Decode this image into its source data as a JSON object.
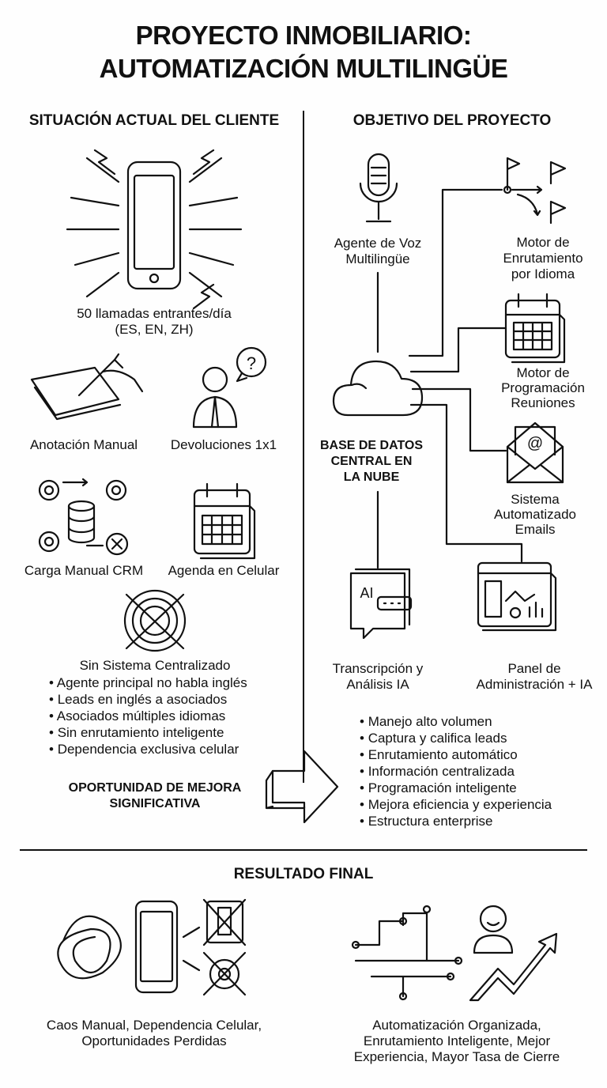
{
  "title": {
    "line1": "PROYECTO INMOBILIARIO:",
    "line2": "AUTOMATIZACIÓN MULTILINGÜE"
  },
  "left": {
    "heading": "SITUACIÓN ACTUAL DEL CLIENTE",
    "calls": {
      "line1": "50 llamadas entrantes/día",
      "line2": "(ES, EN, ZH)"
    },
    "items": [
      "Anotación Manual",
      "Devoluciones 1x1",
      "Carga Manual CRM",
      "Agenda en Celular"
    ],
    "no_system": "Sin Sistema Centralizado",
    "bullets": [
      "Agente principal no habla inglés",
      "Leads en inglés a asociados",
      "Asociados múltiples idiomas",
      "Sin enrutamiento inteligente",
      "Dependencia exclusiva celular"
    ],
    "opportunity": {
      "line1": "OPORTUNIDAD DE MEJORA",
      "line2": "SIGNIFICATIVA"
    }
  },
  "right": {
    "heading": "OBJETIVO DEL PROYECTO",
    "voice": {
      "line1": "Agente de Voz",
      "line2": "Multilingüe"
    },
    "routing": {
      "line1": "Motor de",
      "line2": "Enrutamiento",
      "line3": "por Idioma"
    },
    "scheduling": {
      "line1": "Motor de",
      "line2": "Programación",
      "line3": "Reuniones"
    },
    "database": {
      "line1": "BASE DE DATOS",
      "line2": "CENTRAL EN",
      "line3": "LA NUBE"
    },
    "emails": {
      "line1": "Sistema",
      "line2": "Automatizado",
      "line3": "Emails"
    },
    "transcription": {
      "line1": "Transcripción y",
      "line2": "Análisis IA",
      "icon_text": "AI"
    },
    "panel": {
      "line1": "Panel de",
      "line2": "Administración + IA"
    },
    "email_symbol": "@",
    "bullets": [
      "Manejo alto volumen",
      "Captura y califica leads",
      "Enrutamiento automático",
      "Información centralizada",
      "Programación inteligente",
      "Mejora eficiencia y experiencia",
      "Estructura enterprise"
    ]
  },
  "result": {
    "heading": "RESULTADO FINAL",
    "before": {
      "line1": "Caos Manual, Dependencia Celular,",
      "line2": "Oportunidades Perdidas"
    },
    "after": {
      "line1": "Automatización Organizada,",
      "line2": "Enrutamiento Inteligente, Mejor",
      "line3": "Experiencia, Mayor Tasa de Cierre"
    }
  },
  "question_mark": "?"
}
